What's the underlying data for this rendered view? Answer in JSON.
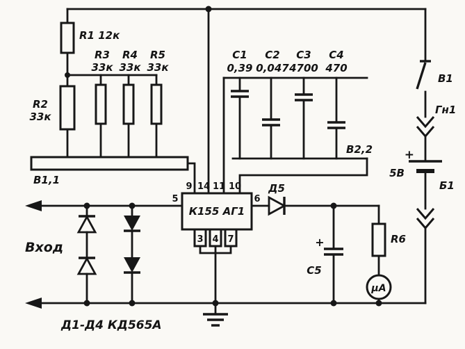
{
  "diagram_type": "circuit-schematic",
  "colors": {
    "ink": "#171717",
    "paper": "#faf9f5"
  },
  "components": {
    "r1": {
      "label": "R1 12к"
    },
    "r2": {
      "name": "R2",
      "value": "33к"
    },
    "r3": {
      "name": "R3",
      "value": "33к"
    },
    "r4": {
      "name": "R4",
      "value": "33к"
    },
    "r5": {
      "name": "R5",
      "value": "33к"
    },
    "c1": {
      "name": "С1",
      "value": "0,39"
    },
    "c2": {
      "name": "С2",
      "value": "0,047"
    },
    "c3": {
      "name": "С3",
      "value": "4700"
    },
    "c4": {
      "name": "С4",
      "value": "470"
    },
    "c5": {
      "name": "С5",
      "plus": "+"
    },
    "r6": {
      "name": "R6"
    },
    "d5": {
      "name": "Д5"
    },
    "ic": {
      "label": "К155 АГ1"
    },
    "meter": {
      "label": "μА"
    },
    "switch_b11": {
      "label": "В1,1"
    },
    "switch_b22": {
      "label": "В2,2"
    },
    "switch_b1": {
      "label": "В1"
    },
    "jack_gn1": {
      "label": "Гн1"
    },
    "battery": {
      "plus": "+",
      "voltage": "5В",
      "name": "Б1"
    },
    "input": {
      "label": "Вход"
    },
    "diode_note": {
      "label": "Д1-Д4  КД565А"
    }
  },
  "pins": {
    "p3": "3",
    "p4": "4",
    "p5": "5",
    "p6": "6",
    "p7": "7",
    "p9": "9",
    "p10": "10",
    "p11": "11",
    "p14": "14"
  }
}
